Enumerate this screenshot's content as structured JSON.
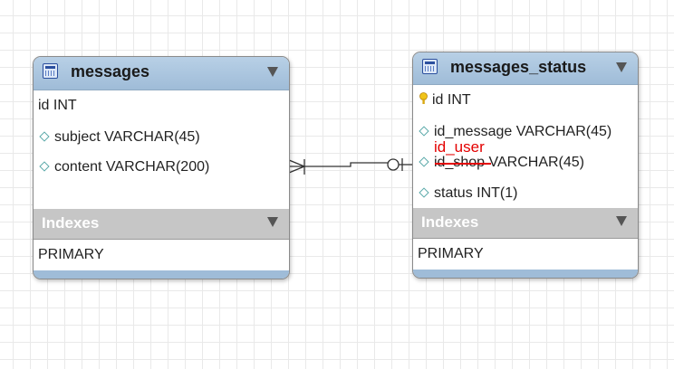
{
  "tables": [
    {
      "name": "messages",
      "columns": [
        {
          "label": "id INT",
          "marker": "none"
        },
        {
          "label": "subject VARCHAR(45)",
          "marker": "diamond"
        },
        {
          "label": "content VARCHAR(200)",
          "marker": "diamond"
        }
      ],
      "indexes_label": "Indexes",
      "indexes": [
        "PRIMARY"
      ]
    },
    {
      "name": "messages_status",
      "columns": [
        {
          "label": "id INT",
          "marker": "key-icon"
        },
        {
          "label": "id_message VARCHAR(45)",
          "marker": "diamond"
        },
        {
          "label": "id_shop VARCHAR(45)",
          "marker": "diamond"
        },
        {
          "label": "status INT(1)",
          "marker": "diamond"
        }
      ],
      "indexes_label": "Indexes",
      "indexes": [
        "PRIMARY"
      ]
    }
  ],
  "annotation": {
    "text": "id_user",
    "color": "#e30000",
    "replaces_column": "id_shop"
  },
  "relationship": {
    "from": "messages",
    "to": "messages_status",
    "from_end": "one-and-many",
    "to_end": "zero-or-one"
  },
  "colors": {
    "header": "#a8c4df",
    "indexes_bar": "#c6c6c6",
    "diamond": "#5aa9a9",
    "annotation": "#e30000"
  }
}
